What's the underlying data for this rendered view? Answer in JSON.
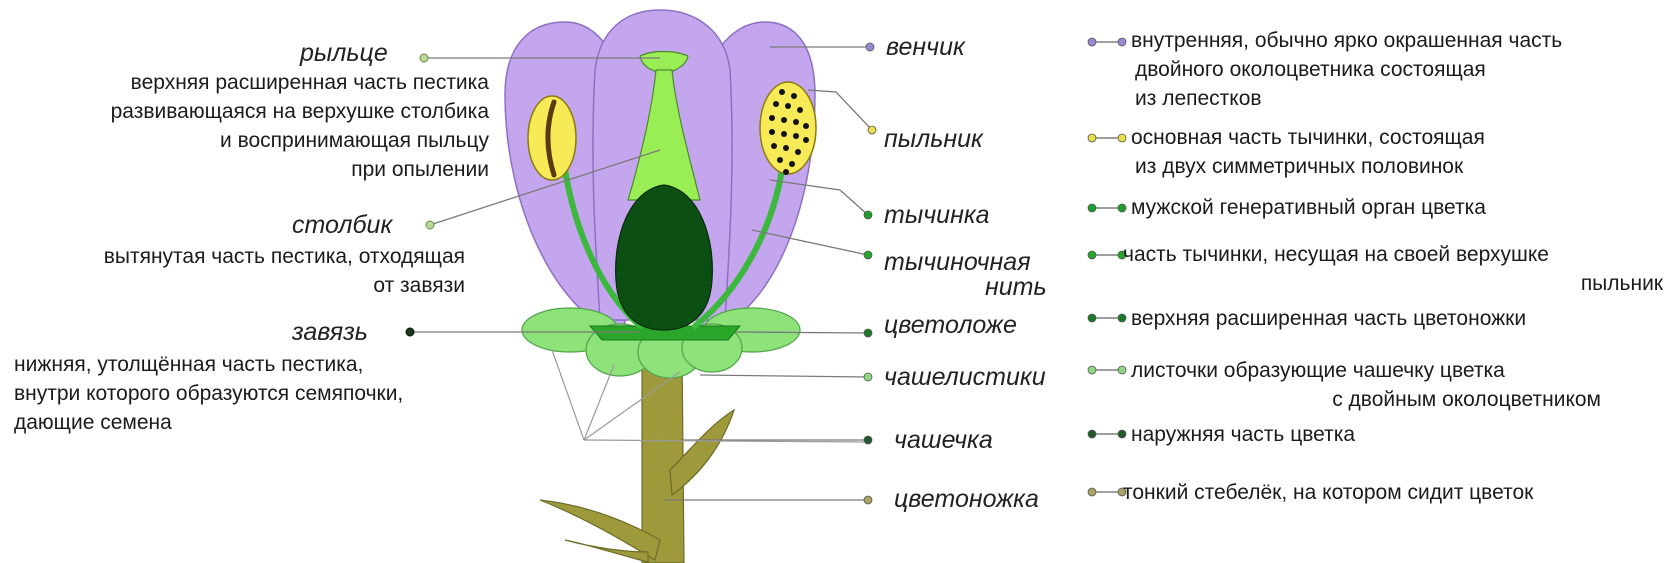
{
  "colors": {
    "petal": "#c4a6ee",
    "petal_edge": "#8e6fc4",
    "pistil_light": "#99ee55",
    "ovary": "#0c4f12",
    "receptacle": "#2aa62a",
    "sepal": "#8ee27a",
    "stem": "#9e9a3c",
    "anther": "#f6ea56",
    "filament": "#3cb93c"
  },
  "left_labels": [
    {
      "term": "рыльце",
      "desc": [
        "верхняя расширенная часть пестика",
        "развивающаяся на верхушке столбика",
        "и воспринимающая пыльцу",
        "при опылении"
      ]
    },
    {
      "term": "столбик",
      "desc": [
        "вытянутая часть пестика, отходящая",
        "от завязи"
      ]
    },
    {
      "term": "завязь",
      "desc": [
        "нижняя, утолщённая часть пестика,",
        "внутри которого образуются семяпочки,",
        "дающие семена"
      ]
    }
  ],
  "right_terms": [
    {
      "term": "венчик",
      "color": "#9b86d2"
    },
    {
      "term": "пыльник",
      "color": "#e8e04a"
    },
    {
      "term": "тычинка",
      "color": "#1e9e2e"
    },
    {
      "term": "тычиночная",
      "term2": "нить",
      "color": "#25a52e"
    },
    {
      "term": "цветоложе",
      "color": "#1b7a2a"
    },
    {
      "term": "чашелистики",
      "color": "#8dd87f"
    },
    {
      "term": "чашечка",
      "color": "#1e5a2a"
    },
    {
      "term": "цветоножка",
      "color": "#a8a466"
    }
  ],
  "definitions": [
    {
      "lines": [
        "внутренняя, обычно ярко окрашенная часть",
        "двойного околоцветника состоящая",
        "из лепестков"
      ],
      "color": "#9b86d2"
    },
    {
      "lines": [
        "основная часть тычинки, состоящая",
        "из двух симметричных половинок"
      ],
      "color": "#e8e04a"
    },
    {
      "lines": [
        "мужской генеративный орган цветка"
      ],
      "color": "#1e9e2e"
    },
    {
      "lines": [
        "часть тычинки, несущая на своей верхушке",
        "пыльник"
      ],
      "color": "#25a52e"
    },
    {
      "lines": [
        "верхняя расширенная часть цветоножки"
      ],
      "color": "#1b7a2a"
    },
    {
      "lines": [
        "листочки образующие чашечку цветка",
        "с двойным околоцветником"
      ],
      "color": "#8dd87f"
    },
    {
      "lines": [
        "наружняя часть цветка"
      ],
      "color": "#1e5a2a"
    },
    {
      "lines": [
        "тонкий стебелёк, на котором сидит цветок"
      ],
      "color": "#a8a466"
    }
  ]
}
